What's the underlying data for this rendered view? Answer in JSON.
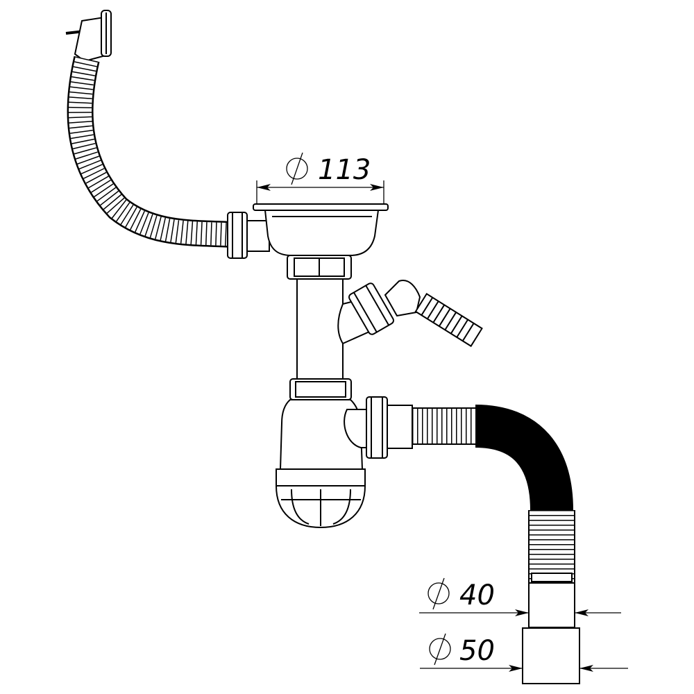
{
  "dimensions": {
    "sink_outlet": {
      "symbol": "∅",
      "value": "113"
    },
    "outlet_small": {
      "symbol": "∅",
      "value": "40"
    },
    "outlet_large": {
      "symbol": "∅",
      "value": "50"
    }
  },
  "colors": {
    "line": "#000000",
    "background": "#ffffff"
  }
}
